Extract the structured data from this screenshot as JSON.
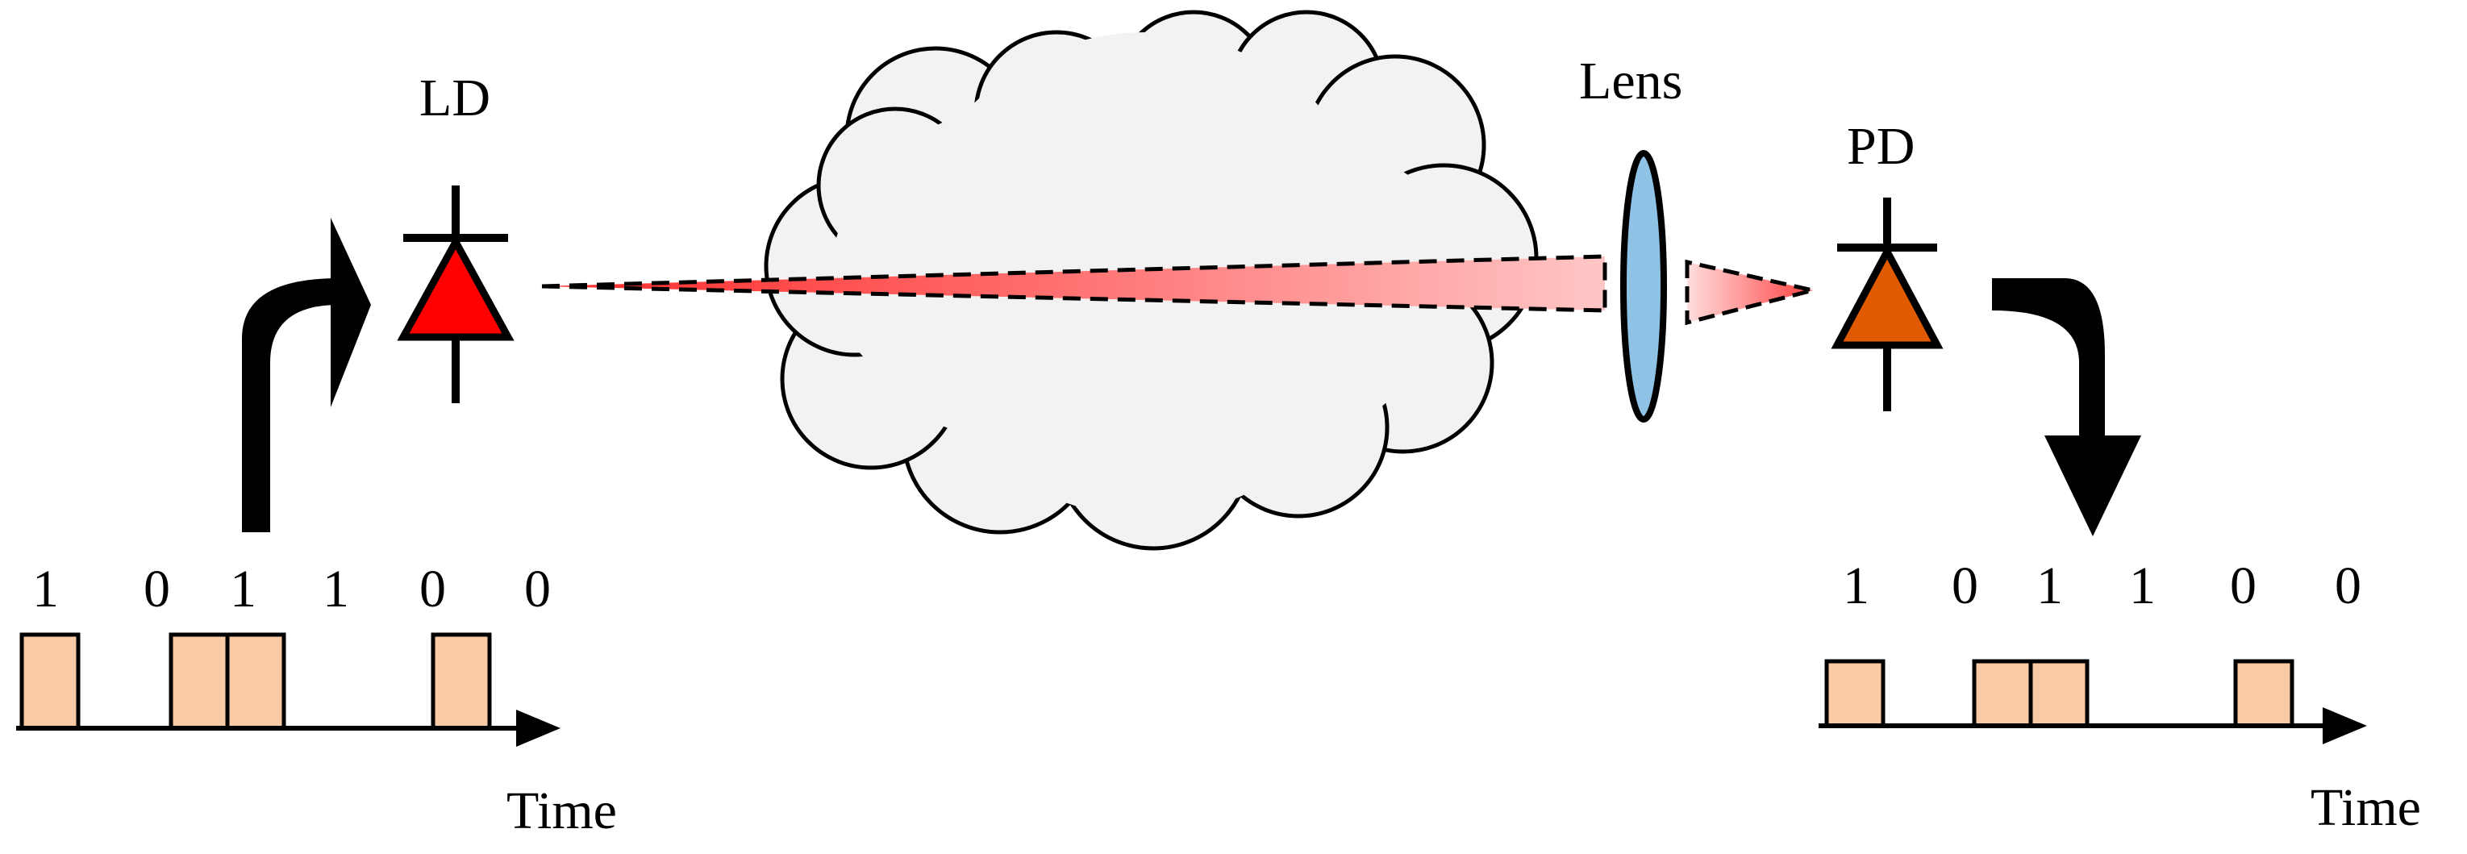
{
  "labels": {
    "ld": "LD",
    "lens": "Lens",
    "pd": "PD"
  },
  "transmit": {
    "bits": [
      "1",
      "0",
      "1",
      "1",
      "0",
      "0"
    ],
    "time_label": "Time"
  },
  "receive": {
    "bits": [
      "1",
      "0",
      "1",
      "1",
      "0",
      "0"
    ],
    "time_label": "Time"
  },
  "colors": {
    "ld_fill": "#ff0000",
    "pd_fill": "#e05a00",
    "lens_fill": "#8fc3e6",
    "pulse_fill": "#f8cba6",
    "cloud_fill": "#f2f2f2",
    "beam_color": "#ff5a5a"
  }
}
